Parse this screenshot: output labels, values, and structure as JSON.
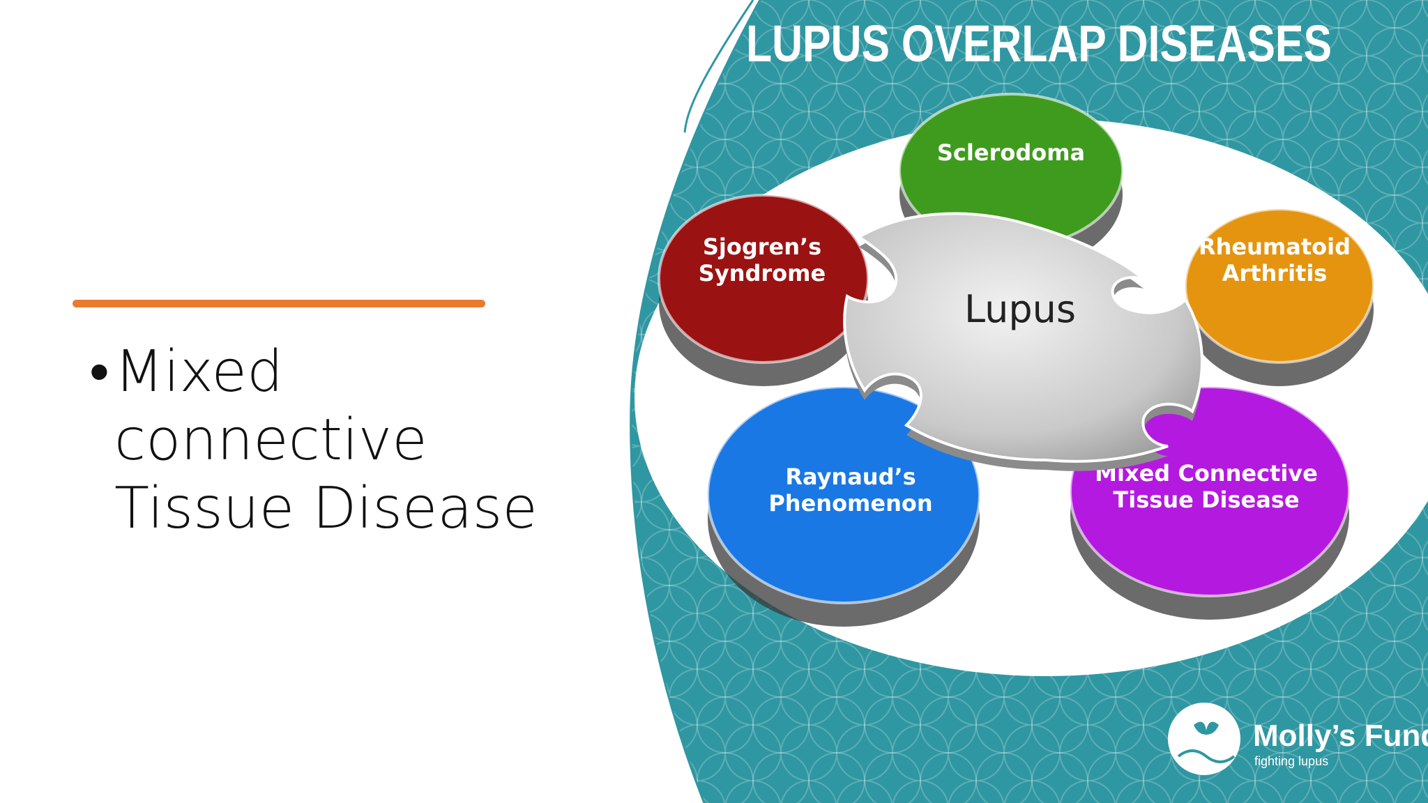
{
  "slide": {
    "bullet_symbol": "•",
    "bullet_text": "Mixed connective Tissue Disease",
    "accent_color": "#e97a2e"
  },
  "image": {
    "title": "LUPUS OVERLAP DISEASES",
    "center_label": "Lupus",
    "pieces": [
      {
        "line1": "Sclerodoma",
        "line2": "",
        "color": "#3f9b1e"
      },
      {
        "line1": "Rheumatoid",
        "line2": "Arthritis",
        "color": "#e59410"
      },
      {
        "line1": "Mixed Connective",
        "line2": "Tissue Disease",
        "color": "#b419e0"
      },
      {
        "line1": "Raynaud’s",
        "line2": "Phenomenon",
        "color": "#1a78e4"
      },
      {
        "line1": "Sjogren’s",
        "line2": "Syndrome",
        "color": "#9b1212"
      }
    ],
    "logo_name": "Molly’s Fund",
    "logo_tagline": "fighting lupus",
    "teal_color": "#2f97a2"
  }
}
